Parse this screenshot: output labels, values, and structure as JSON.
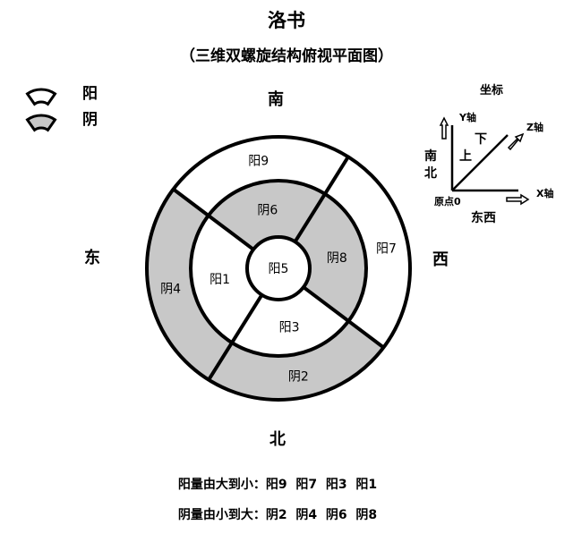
{
  "title": "洛书",
  "subtitle": "（三维双螺旋结构俯视平面图）",
  "legend": [
    {
      "label": "阳",
      "kind": "yang"
    },
    {
      "label": "阴",
      "kind": "yin"
    }
  ],
  "colors": {
    "yang": "#ffffff",
    "yin": "#c8c8c8",
    "stroke": "#000000"
  },
  "directions": {
    "south": "南",
    "east": "东",
    "west": "西",
    "north": "北"
  },
  "center": {
    "label": "阳5",
    "kind": "yang"
  },
  "middle_ring": [
    {
      "position": "top",
      "label": "阴6",
      "kind": "yin"
    },
    {
      "position": "right",
      "label": "阴8",
      "kind": "yin"
    },
    {
      "position": "bottom",
      "label": "阳3",
      "kind": "yang"
    },
    {
      "position": "left",
      "label": "阳1",
      "kind": "yang"
    }
  ],
  "outer_ring": [
    {
      "position": "top",
      "label": "阳9",
      "kind": "yang"
    },
    {
      "position": "right",
      "label": "阳7",
      "kind": "yang"
    },
    {
      "position": "bottom",
      "label": "阴2",
      "kind": "yin"
    },
    {
      "position": "left",
      "label": "阴4",
      "kind": "yin"
    }
  ],
  "axes": {
    "title": "坐标",
    "y_label": "Y轴",
    "x_label": "X轴",
    "z_label": "Z轴",
    "origin": "原点0",
    "up": "上",
    "down": "下",
    "south": "南",
    "north": "北",
    "east_west": "东西"
  },
  "footer": {
    "yang_line": "阳量由大到小：阳9  阳7  阳3  阳1",
    "yin_line": "阴量由小到大：阴2  阴4  阴6  阴8"
  }
}
